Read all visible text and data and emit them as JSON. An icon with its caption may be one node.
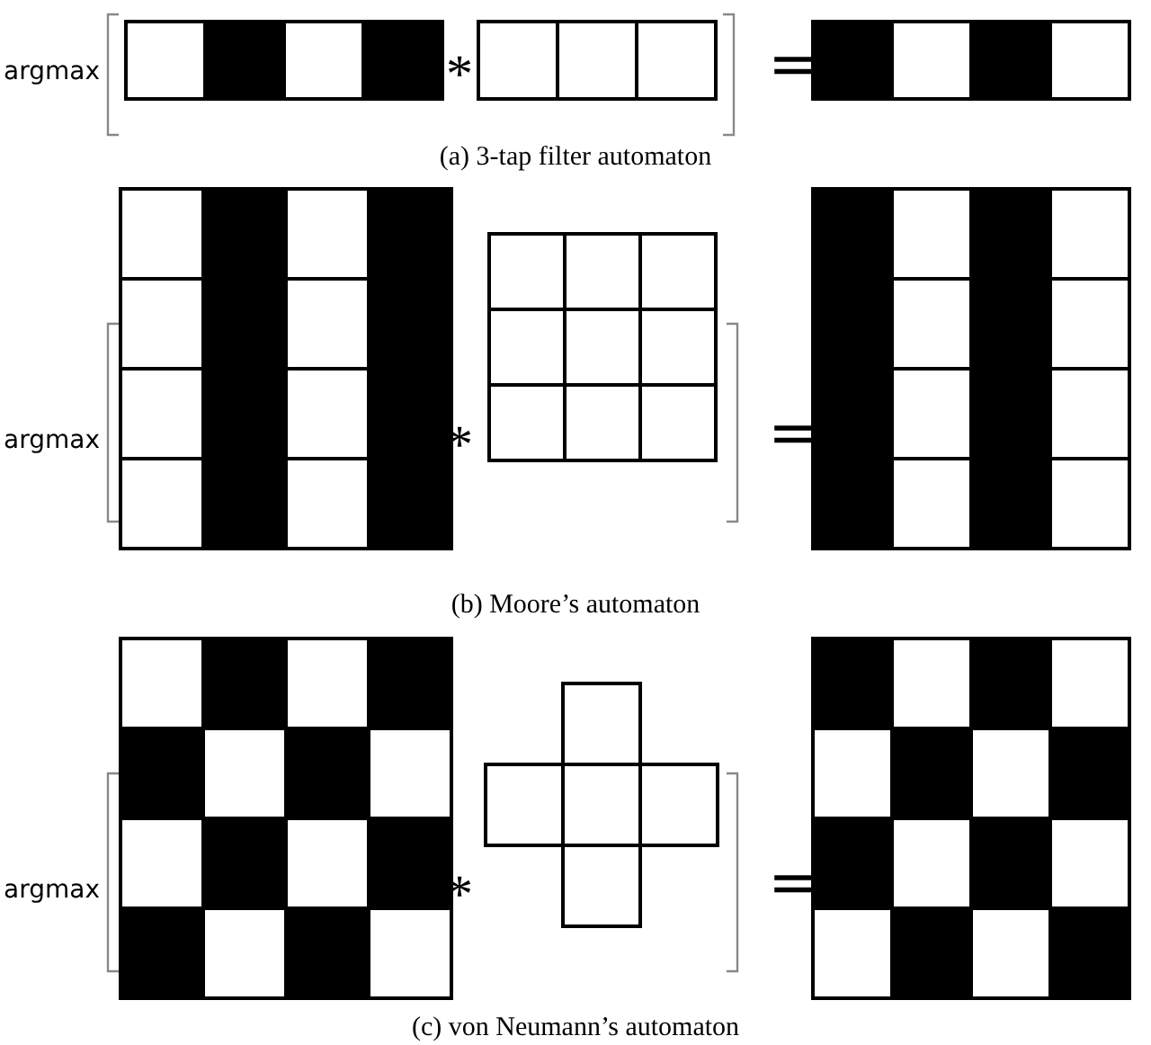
{
  "diagram": {
    "labels": [
      "argmax",
      "*",
      "=",
      "(a) 3-tap filter automaton",
      "argmax",
      "*",
      "=",
      "(b) Moore’s automaton",
      "argmax",
      "*",
      "=",
      "(c) von Neumann’s automaton"
    ]
  }
}
